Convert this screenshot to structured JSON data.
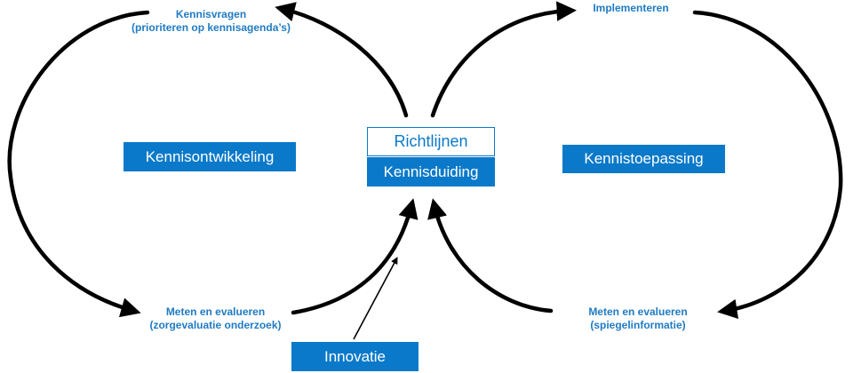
{
  "labels": {
    "kennisvragen": {
      "line1": "Kennisvragen",
      "line2": "(prioriteren op kennisagenda’s)"
    },
    "implementeren": {
      "line1": "Implementeren"
    },
    "meten_links": {
      "line1": "Meten en evalueren",
      "line2": "(zorgevaluatie onderzoek)"
    },
    "meten_rechts": {
      "line1": "Meten en evalueren",
      "line2": "(spiegelinformatie)"
    }
  },
  "boxes": {
    "kennisontwikkeling": "Kennisontwikkeling",
    "richtlijnen": "Richtlijnen",
    "kennisduiding": "Kennisduiding",
    "kennistoepassing": "Kennistoepassing",
    "innovatie": "Innovatie"
  },
  "colors": {
    "accent": "#0b79c9",
    "label_text": "#1f7bc4",
    "arrow": "#000000"
  }
}
